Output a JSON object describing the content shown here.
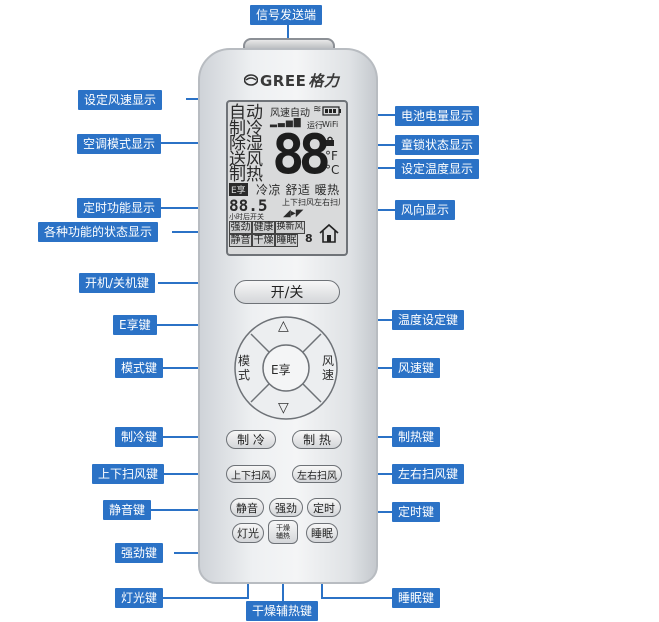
{
  "brand": {
    "logo_text": "GREE",
    "logo_cn": "格力"
  },
  "callouts": {
    "signal": "信号发送端",
    "fan_speed_display": "设定风速显示",
    "battery_display": "电池电量显示",
    "ac_mode_display": "空调模式显示",
    "child_lock_display": "童锁状态显示",
    "set_temp_display": "设定温度显示",
    "timer_display": "定时功能显示",
    "swing_display": "风向显示",
    "function_status_display": "各种功能的状态显示",
    "power_key": "开机/关机键",
    "e_key": "E享键",
    "temp_key": "温度设定键",
    "mode_key": "模式键",
    "fan_key": "风速键",
    "cool_key": "制冷键",
    "heat_key": "制热键",
    "ud_swing_key": "上下扫风键",
    "lr_swing_key": "左右扫风键",
    "quiet_key": "静音键",
    "timer_key": "定时键",
    "turbo_key": "强劲键",
    "light_key": "灯光键",
    "dry_key": "干燥辅热键",
    "sleep_key": "睡眠键"
  },
  "lcd": {
    "fan_speed": "风速自动",
    "run": "运行",
    "wifi": "WiFi",
    "modes": [
      "自动",
      "制冷",
      "除湿",
      "送风",
      "制热"
    ],
    "temp_digits": "88",
    "unit_f": "°F",
    "unit_c": "°C",
    "e_badge": "E享",
    "comfort": "冷凉 舒适 暖热",
    "timer_digits": "88.5",
    "timer_sub": "小时后开关",
    "swing": "上下扫风左右扫风",
    "functions_row1": [
      "强劲",
      "健康",
      "换新风"
    ],
    "functions_row2": [
      "静音",
      "干燥",
      "睡眠"
    ],
    "function_digit": "8"
  },
  "buttons": {
    "power": "开/关",
    "up_arrow": "△",
    "down_arrow": "▽",
    "e_share": "E享",
    "mode": "模式",
    "fan": "风速",
    "cool": "制 冷",
    "heat": "制 热",
    "ud_swing": "上下扫风",
    "lr_swing": "左右扫风",
    "quiet": "静音",
    "turbo": "强劲",
    "timer": "定时",
    "light": "灯光",
    "dry_heat": "干燥辅热",
    "sleep": "睡眠"
  },
  "colors": {
    "label_bg": "#2b72c6",
    "label_text": "#ffffff",
    "line": "#2b72c6"
  }
}
